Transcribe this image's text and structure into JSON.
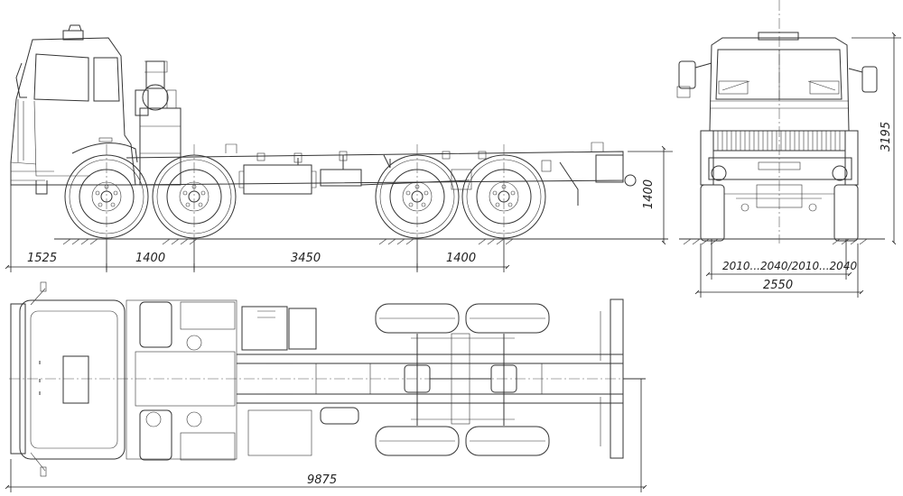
{
  "drawing": {
    "side_view": {
      "dims": {
        "front_overhang": "1525",
        "wheelbase_front": "1400",
        "wheelbase_mid": "3450",
        "wheelbase_rear": "1400",
        "frame_height": "1400"
      }
    },
    "front_view": {
      "dims": {
        "overall_height": "3195",
        "track": "2010...2040/2010...2040",
        "overall_width": "2550"
      }
    },
    "top_view": {
      "dims": {
        "overall_length": "9875"
      }
    }
  }
}
